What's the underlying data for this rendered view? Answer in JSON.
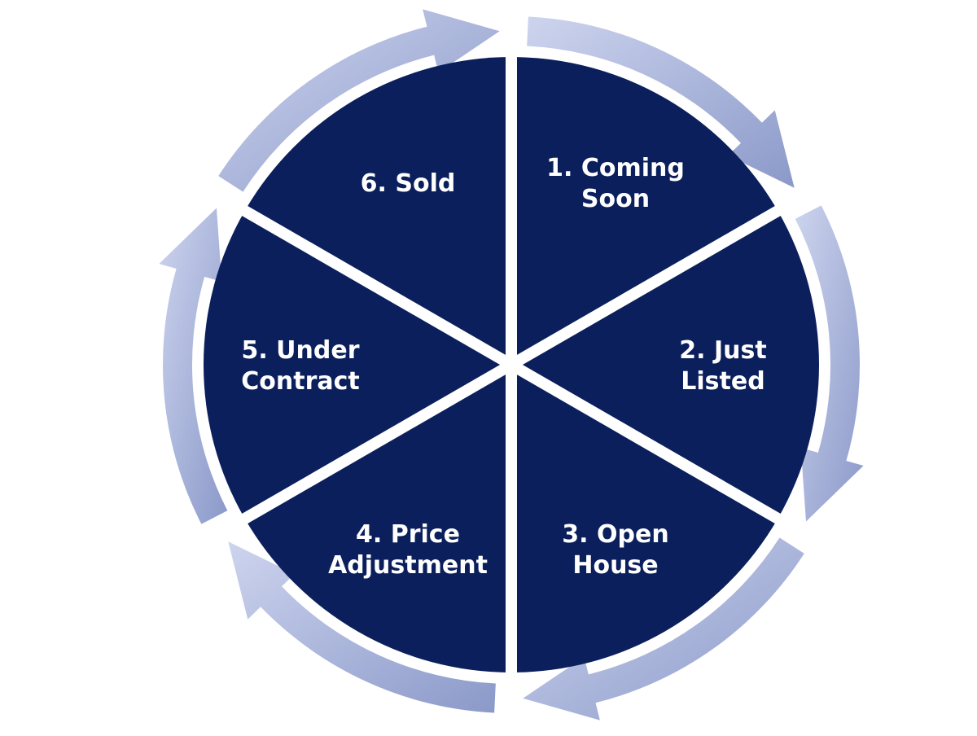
{
  "diagram": {
    "type": "cycle",
    "direction": "clockwise",
    "colors": {
      "segment_fill": "#0b1f5c",
      "arrow_light": "#c3cce8",
      "arrow_dark": "#8594c6",
      "divider": "#ffffff",
      "label_text": "#ffffff"
    },
    "steps": [
      {
        "line1": "1. Coming",
        "line2": "Soon"
      },
      {
        "line1": "2. Just",
        "line2": "Listed"
      },
      {
        "line1": "3. Open",
        "line2": "House"
      },
      {
        "line1": "4. Price",
        "line2": "Adjustment"
      },
      {
        "line1": "5. Under",
        "line2": "Contract"
      },
      {
        "line1": "6. Sold",
        "line2": ""
      }
    ]
  }
}
